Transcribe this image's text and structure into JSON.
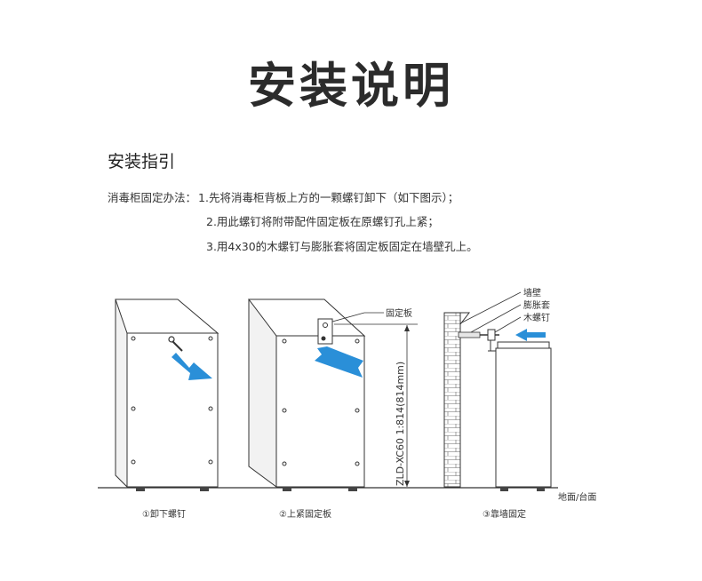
{
  "title": "安装说明",
  "section_heading": "安装指引",
  "instructions": {
    "lead": "消毒柜固定办法：",
    "step1": "1.先将消毒柜背板上方的一颗螺钉卸下（如下图示）；",
    "step2": "2.用此螺钉将附带配件固定板在原螺钉孔上紧；",
    "step3": "3.用4x30的木螺钉与膨胀套将固定板固定在墙壁孔上。"
  },
  "diagram": {
    "caption1": "①卸下螺钉",
    "caption2": "②上紧固定板",
    "caption3": "③靠墙固定",
    "label_plate": "固定板",
    "label_wall": "墙壁",
    "label_sleeve": "膨胀套",
    "label_screw": "木螺钉",
    "label_floor": "地面/台面",
    "dimension_label": "ZLD-XC60 1:814(814mm)"
  },
  "colors": {
    "arrow_blue": "#2a8fd8",
    "line": "#333333",
    "cabinet_side": "#f0f0f0"
  }
}
